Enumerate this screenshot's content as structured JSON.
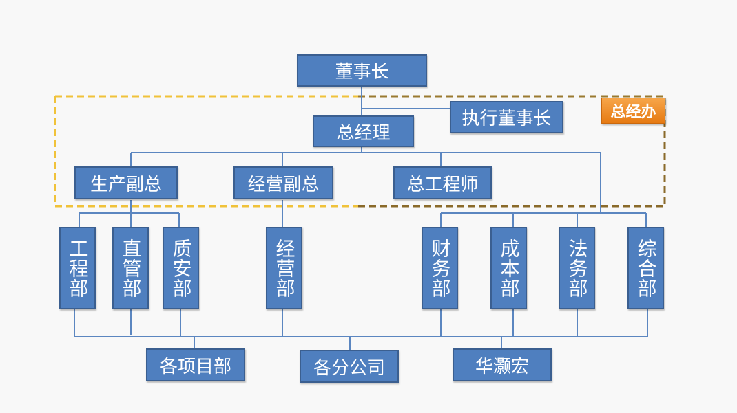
{
  "colors": {
    "box_fill": "#4f7fbf",
    "box_border": "#3b5f90",
    "connector": "#5b86c0",
    "office_border_left": "#f0c23a",
    "office_border_right": "#8a6a2a",
    "office_tag": "#ee8a22"
  },
  "nodes": {
    "chairman": "董事长",
    "executive_chairman": "执行董事长",
    "general_manager": "总经理",
    "vp_production": "生产副总",
    "vp_operations": "经营副总",
    "chief_engineer": "总工程师",
    "dept_engineering": "工程部",
    "dept_direct_management": "直管部",
    "dept_quality_safety": "质安部",
    "dept_operations": "经营部",
    "dept_finance": "财务部",
    "dept_cost": "成本部",
    "dept_legal": "法务部",
    "dept_general": "综合部",
    "unit_projects": "各项目部",
    "unit_branches": "各分公司",
    "unit_huahaohong": "华灏宏"
  },
  "office_label": "总经办"
}
